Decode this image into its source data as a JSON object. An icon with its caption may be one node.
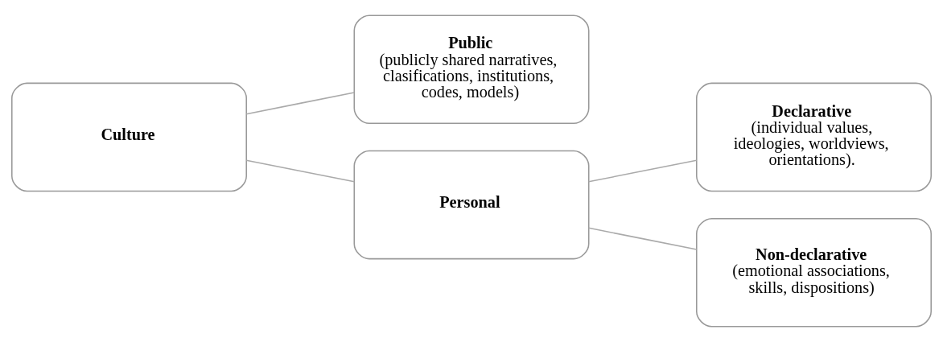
{
  "diagram": {
    "nodes": [
      {
        "text": [
          "Culture"
        ]
      },
      {
        "text": [
          "Public",
          "(publicly shared narratives, clasifications, institutions, codes, models)"
        ]
      },
      {
        "text": [
          "Personal"
        ]
      },
      {
        "text": [
          "Declarative",
          "(individual values, ideologies, worldviews, orientations)."
        ]
      },
      {
        "text": [
          "Non-declarative",
          "(emotional associations, skills, dispositions)"
        ]
      }
    ],
    "edges": [
      {
        "from": 0,
        "to": 1,
        "arrow": "none"
      },
      {
        "from": 0,
        "to": 2,
        "arrow": "none"
      },
      {
        "from": 2,
        "to": 3,
        "arrow": "none"
      },
      {
        "from": 2,
        "to": 4,
        "arrow": "none"
      }
    ]
  }
}
